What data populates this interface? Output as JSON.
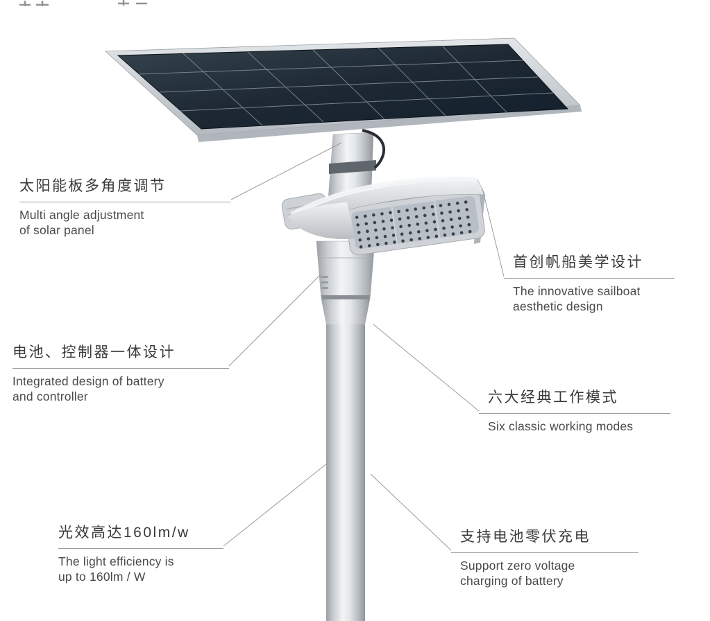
{
  "colors": {
    "text_zh": "#3a3a3a",
    "text_en": "#4a4a4a",
    "leader_line": "#9b9b9b",
    "panel_glass": "#1d2833",
    "metal_light": "#f2f4f5",
    "metal_dark": "#8f959b"
  },
  "callouts": [
    {
      "id": "panel-adjustment",
      "zh": "太阳能板多角度调节",
      "en_lines": [
        "Multi angle adjustment",
        "of solar panel"
      ]
    },
    {
      "id": "sailboat-design",
      "zh": "首创帆船美学设计",
      "en_lines": [
        "The innovative sailboat",
        "aesthetic design"
      ]
    },
    {
      "id": "battery-controller",
      "zh": "电池、控制器一体设计",
      "en_lines": [
        "Integrated design of battery",
        "and controller"
      ]
    },
    {
      "id": "working-modes",
      "zh": "六大经典工作模式",
      "en_lines": [
        "Six classic working modes"
      ]
    },
    {
      "id": "light-efficiency",
      "zh": "光效高达160lm/w",
      "en_lines": [
        "The light efficiency is",
        "up to 160lm / W"
      ]
    },
    {
      "id": "zero-volt-charge",
      "zh": "支持电池零伏充电",
      "en_lines": [
        "Support zero voltage",
        "charging of battery"
      ]
    }
  ]
}
